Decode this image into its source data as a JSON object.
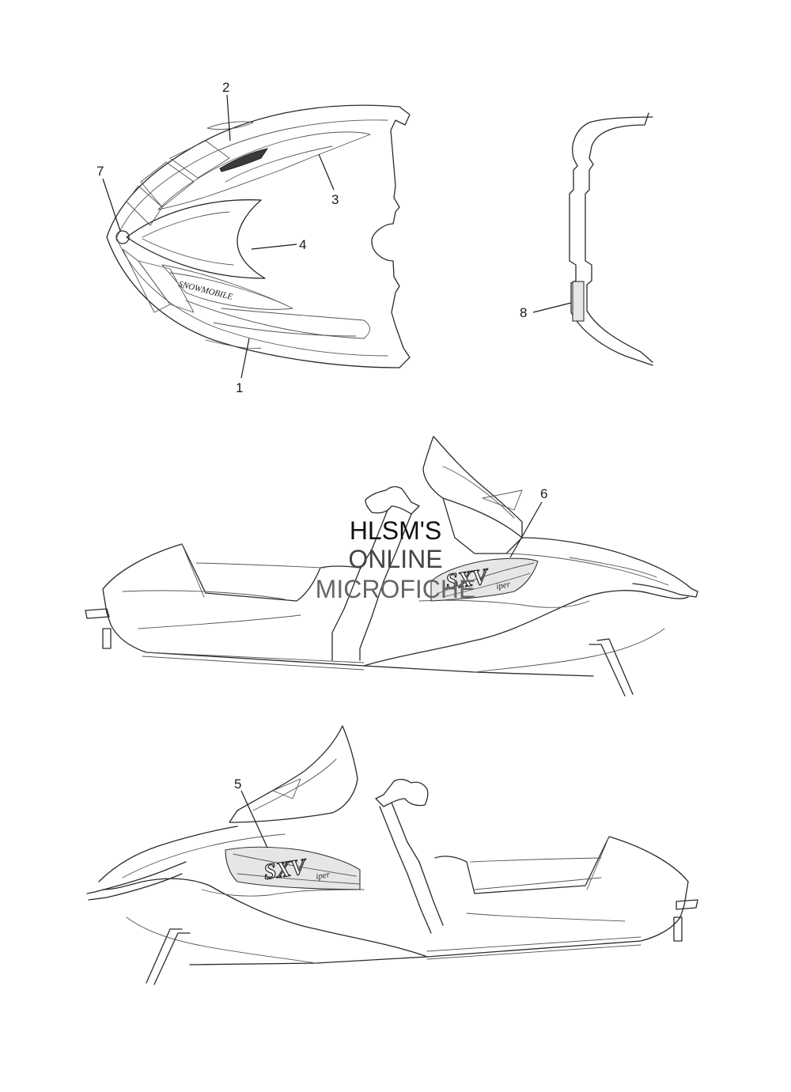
{
  "callouts": {
    "c1": "1",
    "c2": "2",
    "c3": "3",
    "c4": "4",
    "c5": "5",
    "c6": "6",
    "c7": "7",
    "c8": "8"
  },
  "watermark": {
    "line1": "HLSM'S",
    "line2": "ONLINE",
    "line3": "MICROFICHE",
    "colors": [
      "#111111",
      "#444444",
      "#666666"
    ]
  },
  "decal_logo": {
    "main": "SXV",
    "sub": "iper"
  }
}
